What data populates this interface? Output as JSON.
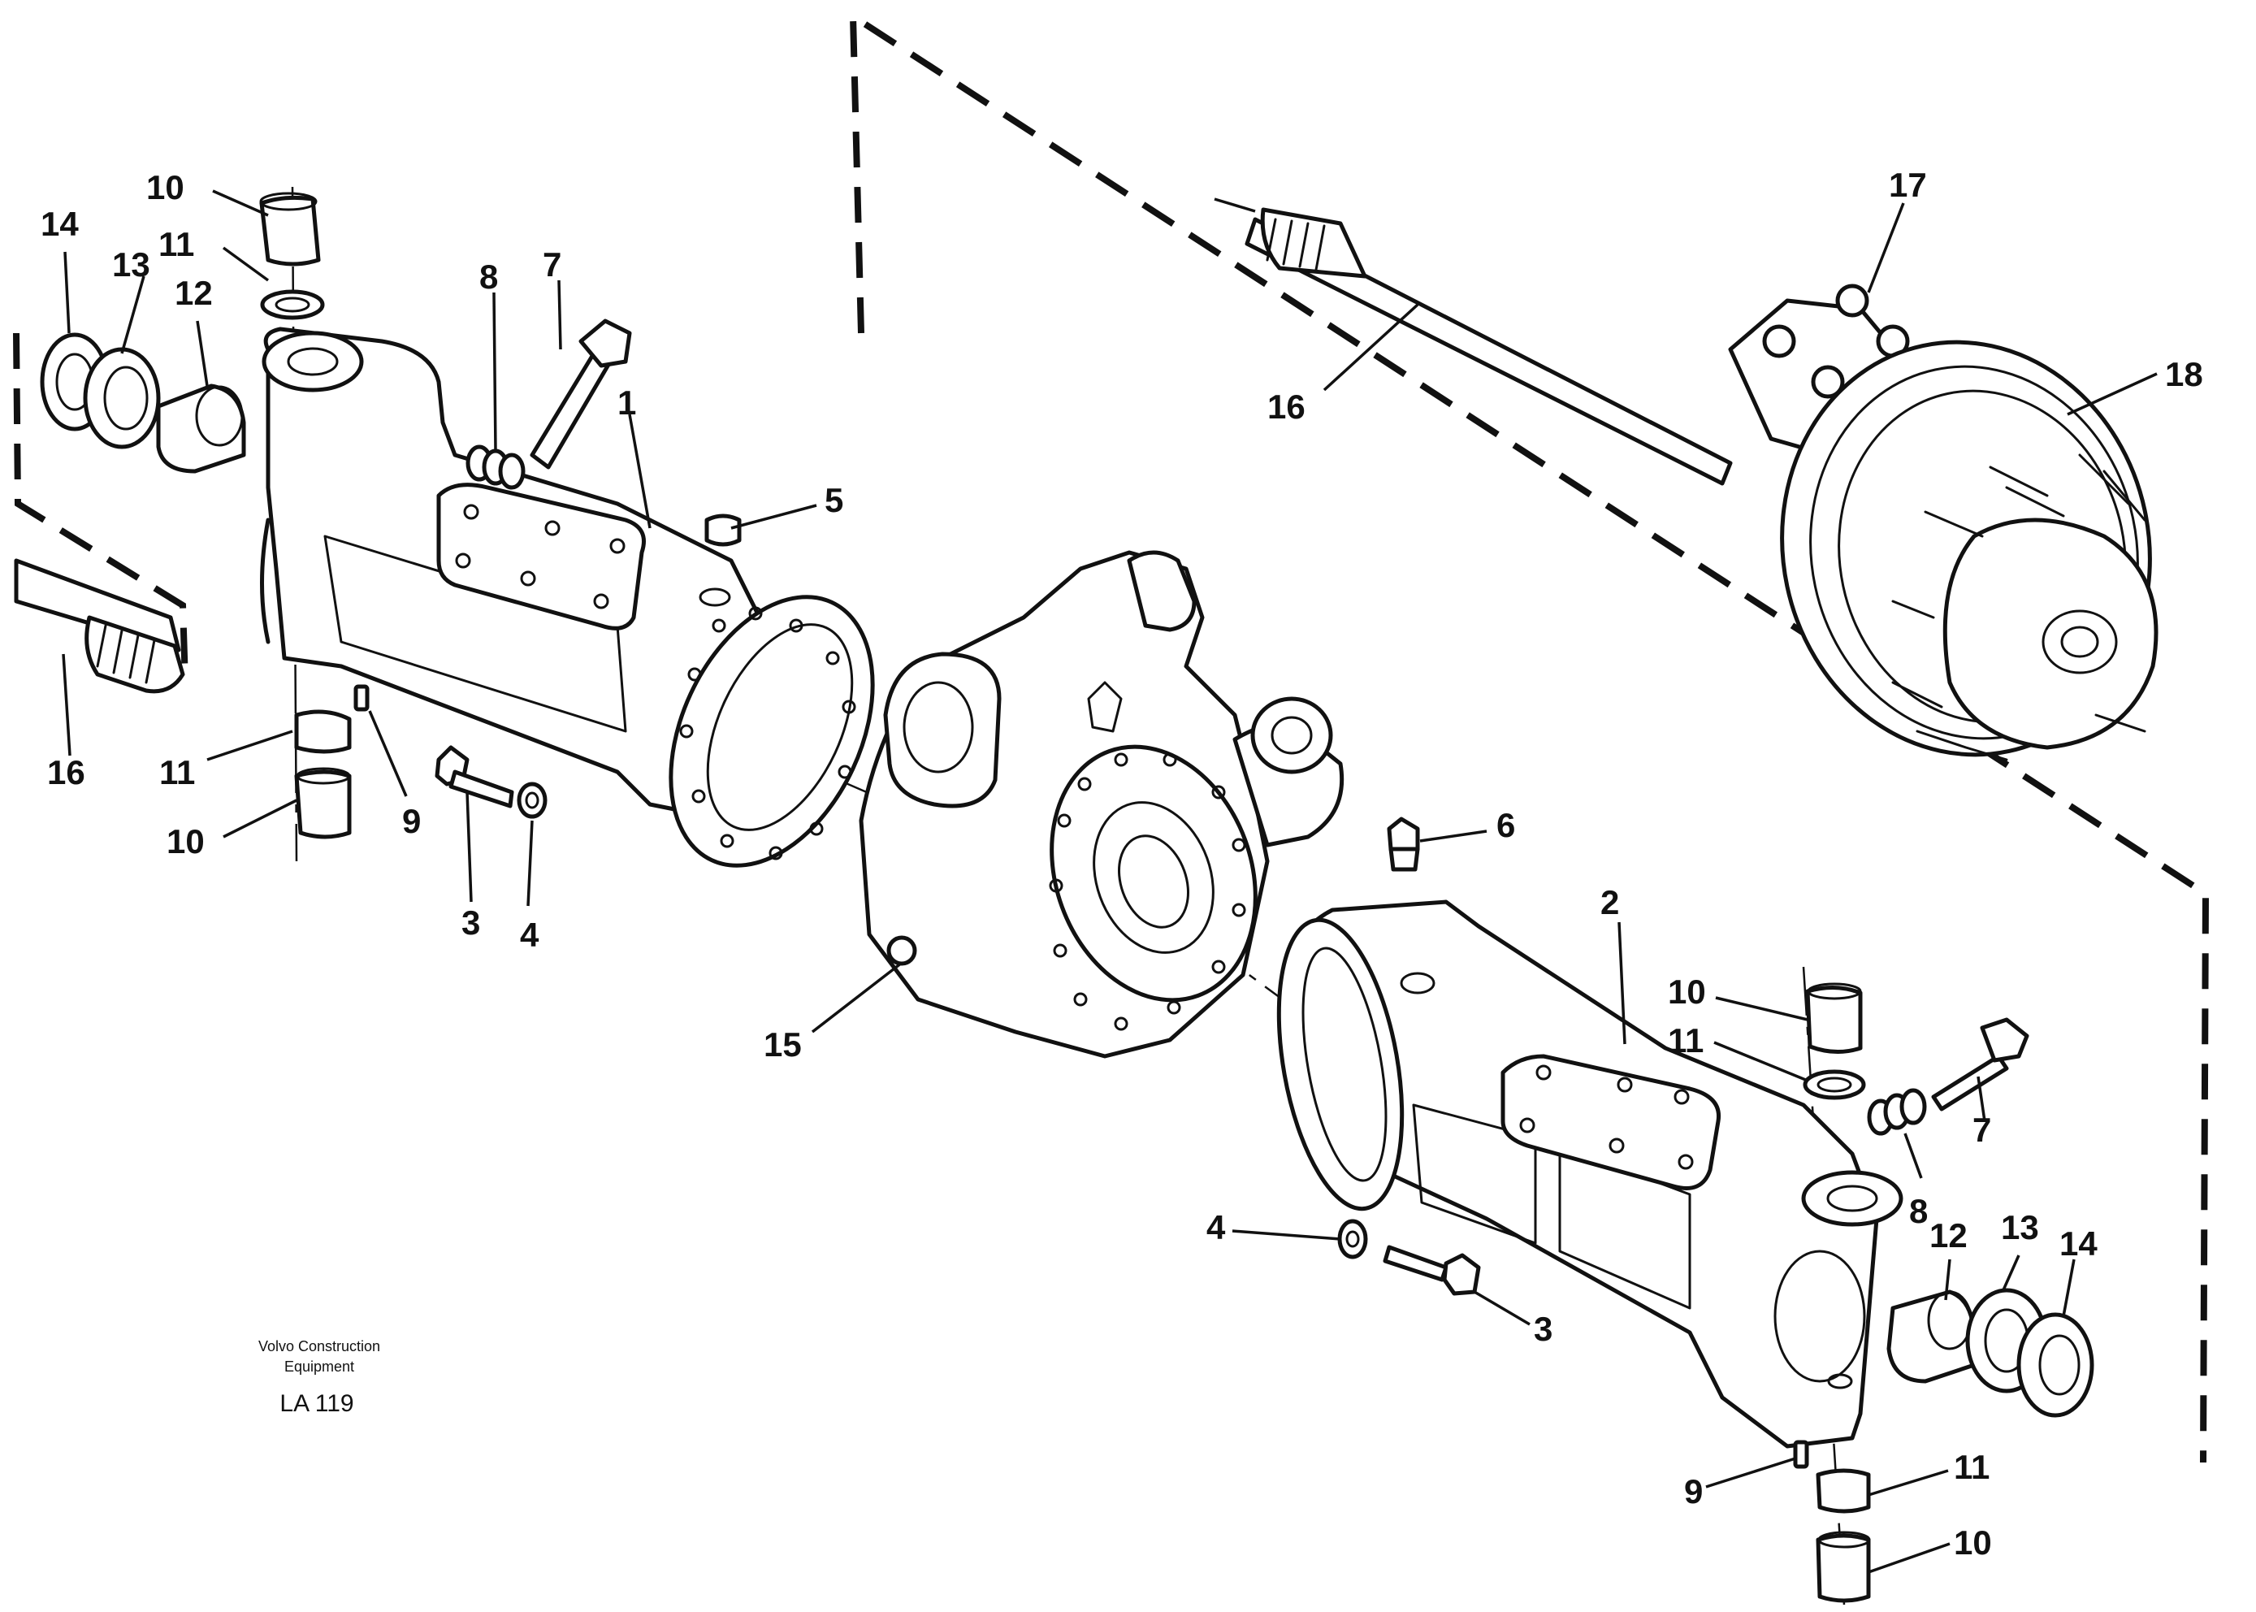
{
  "callouts": {
    "c1": "1",
    "c2": "2",
    "c3a": "3",
    "c3b": "3",
    "c4a": "4",
    "c4b": "4",
    "c5": "5",
    "c6": "6",
    "c7a": "7",
    "c7b": "7",
    "c8a": "8",
    "c8b": "8",
    "c9a": "9",
    "c9b": "9",
    "c10a": "10",
    "c10b": "10",
    "c10c": "10",
    "c10d": "10",
    "c11a": "11",
    "c11b": "11",
    "c11c": "11",
    "c11d": "11",
    "c12a": "12",
    "c12b": "12",
    "c13a": "13",
    "c13b": "13",
    "c14a": "14",
    "c14b": "14",
    "c15": "15",
    "c16a": "16",
    "c16b": "16",
    "c17": "17",
    "c18": "18"
  },
  "credit": {
    "line1": "Volvo Construction",
    "line2": "Equipment",
    "code": "LA 119"
  }
}
